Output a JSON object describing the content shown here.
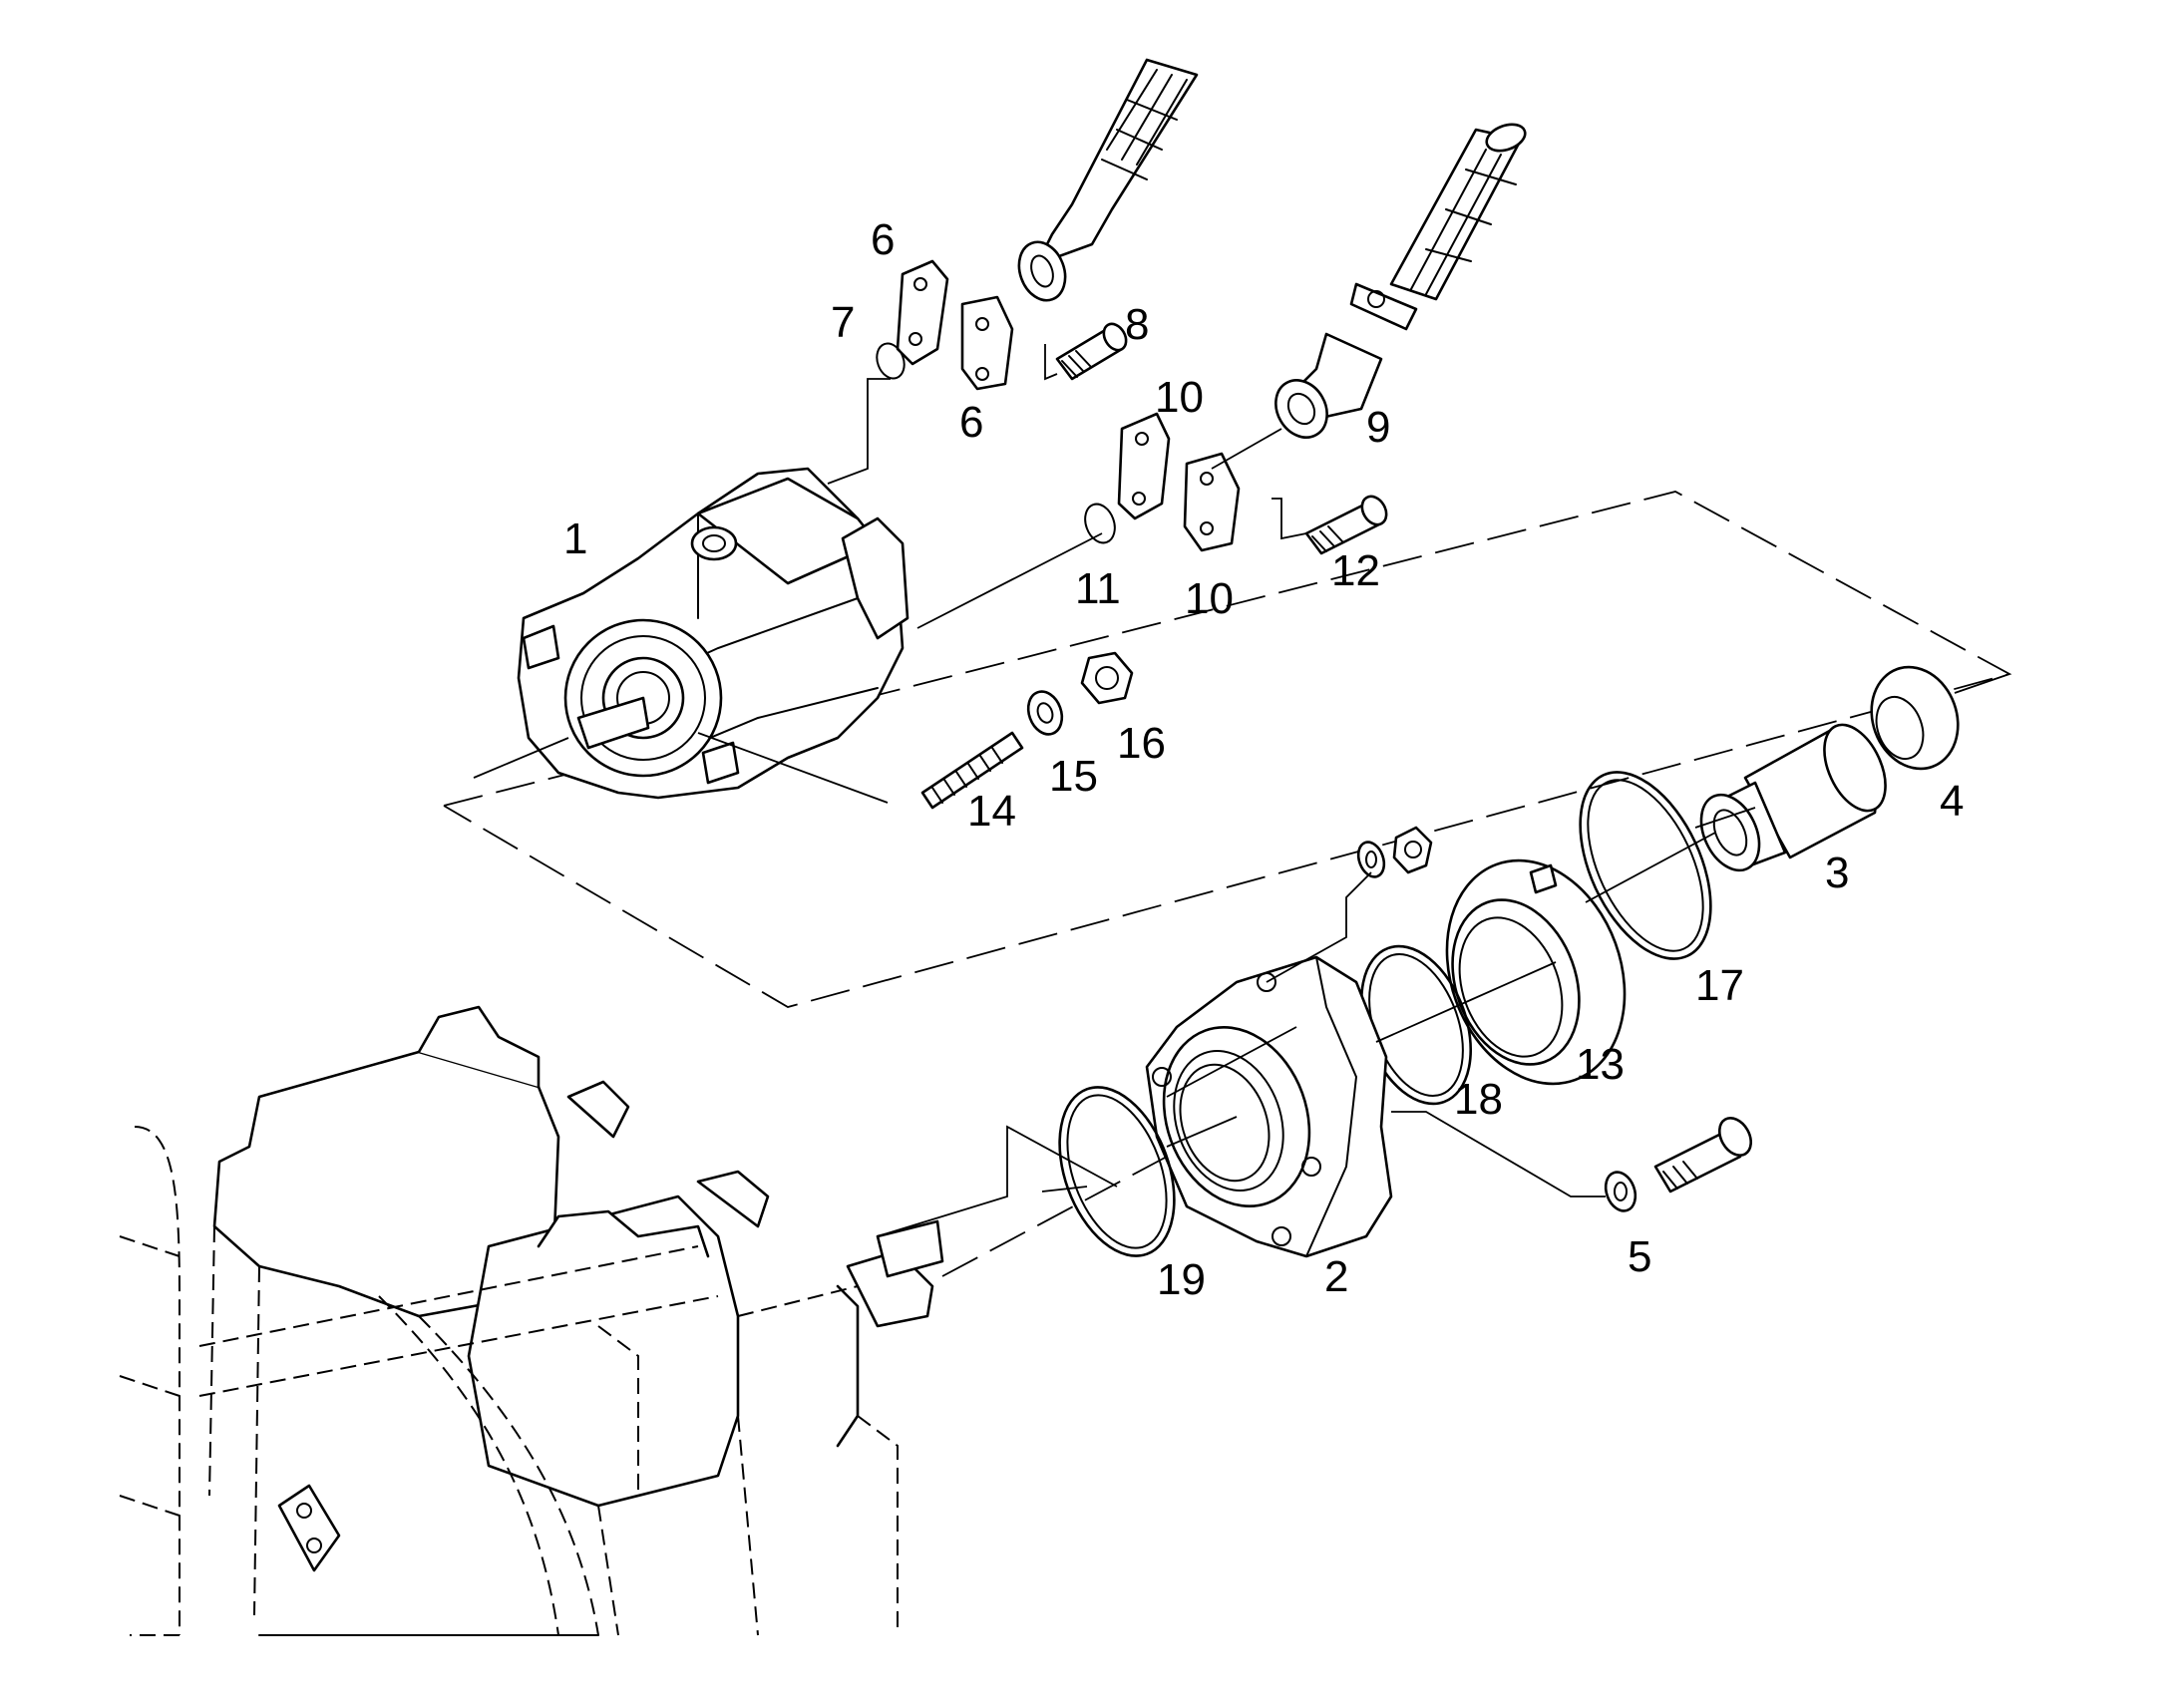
{
  "callouts": [
    {
      "id": "1",
      "text": "1"
    },
    {
      "id": "2",
      "text": "2"
    },
    {
      "id": "3",
      "text": "3"
    },
    {
      "id": "4",
      "text": "4"
    },
    {
      "id": "5",
      "text": "5"
    },
    {
      "id": "6a",
      "text": "6"
    },
    {
      "id": "6b",
      "text": "6"
    },
    {
      "id": "7",
      "text": "7"
    },
    {
      "id": "8",
      "text": "8"
    },
    {
      "id": "9",
      "text": "9"
    },
    {
      "id": "10a",
      "text": "10"
    },
    {
      "id": "10b",
      "text": "10"
    },
    {
      "id": "11",
      "text": "11"
    },
    {
      "id": "12",
      "text": "12"
    },
    {
      "id": "13",
      "text": "13"
    },
    {
      "id": "14",
      "text": "14"
    },
    {
      "id": "15",
      "text": "15"
    },
    {
      "id": "16",
      "text": "16"
    },
    {
      "id": "17",
      "text": "17"
    },
    {
      "id": "18",
      "text": "18"
    },
    {
      "id": "19",
      "text": "19"
    }
  ]
}
